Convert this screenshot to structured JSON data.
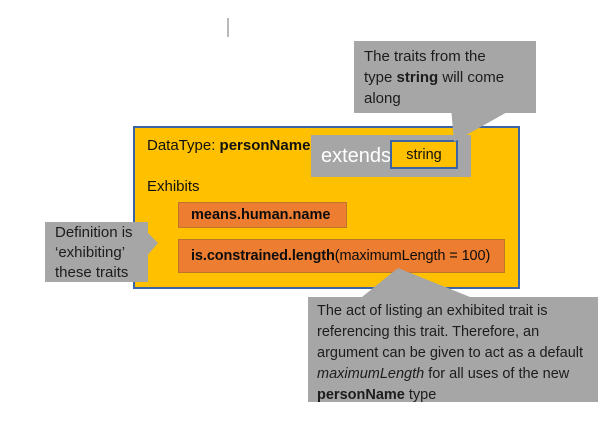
{
  "palette": {
    "gold": "#FFC000",
    "orange": "#ED7D31",
    "orange_border": "#BD752C",
    "blue_border": "#3B64A5",
    "callout_gray": "#A6A6A6"
  },
  "main_box": {
    "title_label": "DataType: ",
    "title_name": "personName",
    "extends_label": "extends",
    "extends_type": "string",
    "exhibits_label": "Exhibits",
    "trait1": "means.human.name",
    "trait2_bold": "is.constrained.length",
    "trait2_rest": " (maximumLength = 100)"
  },
  "callouts": {
    "top": {
      "line1": "The traits from the",
      "line2_pre": "type ",
      "line2_bold": "string",
      "line2_post": " will come",
      "line3": "along"
    },
    "left": {
      "line1": "Definition is",
      "line2": "‘exhibiting’",
      "line3": "these traits"
    },
    "bottom": {
      "line1": "The act of listing an exhibited trait is",
      "line2": "referencing this trait. Therefore, an",
      "line3": "argument can be given to act as a default",
      "line4_italic": "maximumLength",
      "line4_rest": " for all uses of the new",
      "line5_bold": "personName",
      "line5_rest": " type"
    }
  }
}
